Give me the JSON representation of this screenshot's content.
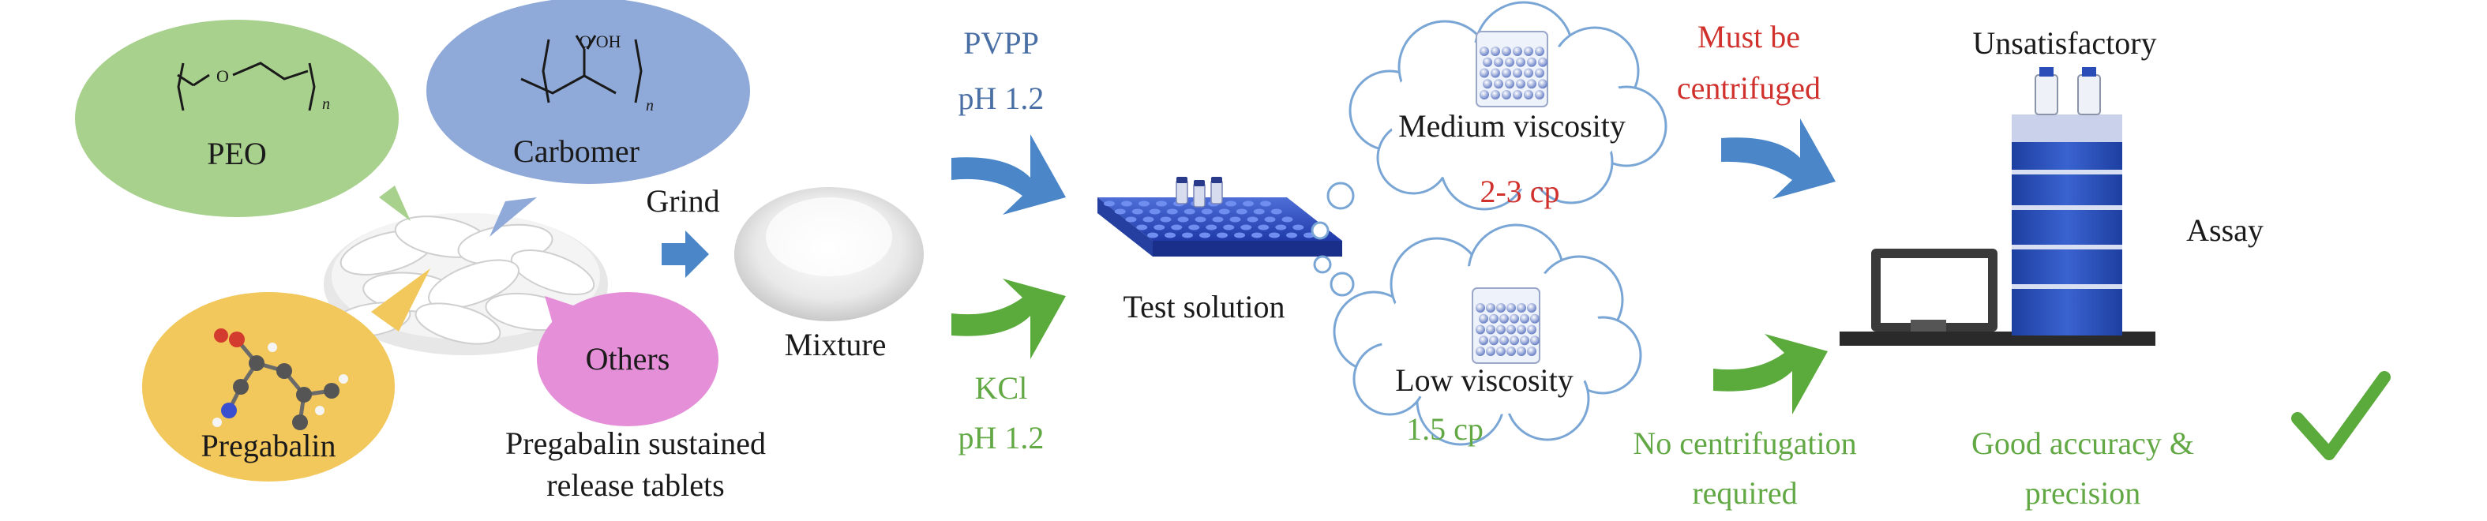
{
  "bubbles": {
    "peo": "PEO",
    "peo_formula_o": "O",
    "peo_formula_n": "n",
    "carbomer": "Carbomer",
    "carbomer_formula_group": "O OH",
    "carbomer_formula_n": "n",
    "pregabalin": "Pregabalin",
    "others": "Others"
  },
  "tablets": {
    "line1": "Pregabalin sustained",
    "line2": "release tablets"
  },
  "grind": "Grind",
  "mixture": "Mixture",
  "pvpp": {
    "line1": "PVPP",
    "line2": "pH 1.2"
  },
  "kcl": {
    "line1": "KCl",
    "line2": "pH 1.2"
  },
  "test_solution": "Test solution",
  "medium": {
    "label": "Medium viscosity",
    "value": "2-3 cp"
  },
  "low": {
    "label": "Low viscosity",
    "value": "1.5 cp"
  },
  "must_centrifuge": {
    "line1": "Must be",
    "line2": "centrifuged"
  },
  "no_centrifuge": {
    "line1": "No centrifugation",
    "line2": "required"
  },
  "unsatisfactory": "Unsatisfactory",
  "assay": "Assay",
  "good": {
    "line1": "Good accuracy &",
    "line2": "precision"
  },
  "colors": {
    "peo_bubble": "#a9d18e",
    "carbomer_bubble": "#8fa9d9",
    "pregabalin_bubble": "#f2c75c",
    "others_bubble": "#e58fd8",
    "blue_arrow": "#4a86c8",
    "green_arrow": "#5aaa3c",
    "red_text": "#d0312d",
    "green_text": "#62a845",
    "blue_text": "#4a6fa5",
    "check": "#5aaa3c"
  },
  "icons": [
    "tablets-image",
    "powder-image",
    "well-plate-image",
    "vial-image",
    "hplc-instrument-image",
    "check-icon"
  ]
}
